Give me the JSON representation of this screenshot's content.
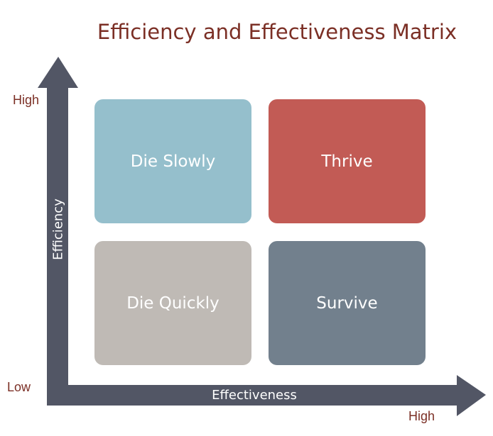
{
  "title": "Efficiency and Effectiveness Matrix",
  "y_axis": {
    "label": "Efficiency",
    "high": "High",
    "low": "Low"
  },
  "x_axis": {
    "label": "Effectiveness",
    "high": "High"
  },
  "quadrants": [
    {
      "label": "Die Slowly",
      "color": "#95bfcc"
    },
    {
      "label": "Thrive",
      "color": "#c25b55"
    },
    {
      "label": "Die Quickly",
      "color": "#bfbab5"
    },
    {
      "label": "Survive",
      "color": "#72808d"
    }
  ],
  "colors": {
    "axis": "#525665",
    "title": "#7b2f25"
  }
}
